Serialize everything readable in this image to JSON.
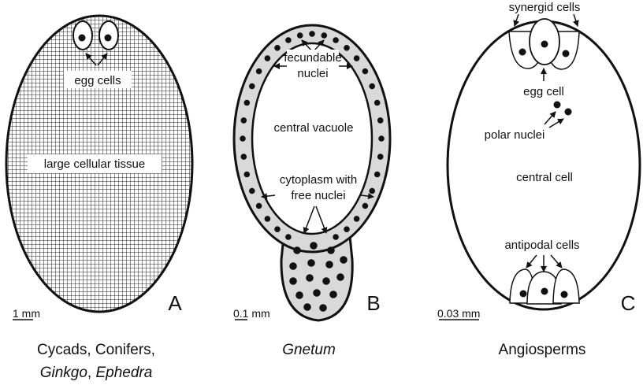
{
  "panelA": {
    "egg_label": "egg cells",
    "tissue_label": "large cellular tissue",
    "letter": "A",
    "scale": "1 mm",
    "caption_line1": "Cycads, Conifers,",
    "caption_line2_a": "Ginkgo",
    "caption_line2_sep": ", ",
    "caption_line2_b": "Ephedra"
  },
  "panelB": {
    "fecundable_line1": "fecundable",
    "fecundable_line2": "nuclei",
    "vacuole_label": "central vacuole",
    "cytoplasm_line1": "cytoplasm with",
    "cytoplasm_line2": "free nuclei",
    "letter": "B",
    "scale": "0.1 mm",
    "caption": "Gnetum"
  },
  "panelC": {
    "synergid_label": "synergid cells",
    "egg_label": "egg cell",
    "polar_label": "polar nuclei",
    "central_label": "central cell",
    "antipodal_label": "antipodal cells",
    "letter": "C",
    "scale": "0.03 mm",
    "caption": "Angiosperms"
  }
}
